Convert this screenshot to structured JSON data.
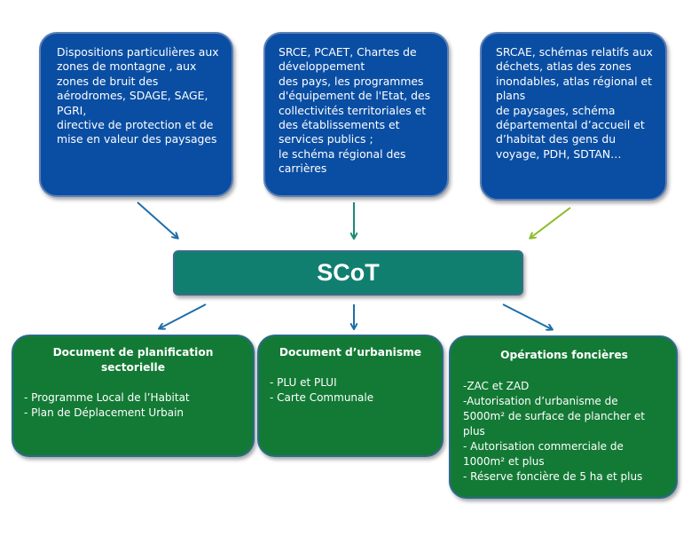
{
  "top_boxes": [
    {
      "lines": [
        "Dispositions particulières aux",
        "zones de montagne , aux",
        "zones de bruit des",
        "aérodromes, SDAGE, SAGE,",
        "PGRI,",
        "directive de protection et de",
        "mise en valeur des paysages"
      ]
    },
    {
      "lines": [
        "SRCE, PCAET, Chartes de",
        "développement",
        "des pays, les programmes",
        "d'équipement de l'Etat, des",
        "collectivités territoriales et",
        "des établissements et",
        "services publics ;",
        "le schéma régional des",
        "carrières"
      ]
    },
    {
      "lines": [
        "SRCAE, schémas relatifs aux",
        "déchets, atlas des zones",
        "inondables, atlas régional et",
        "plans",
        "de paysages, schéma",
        "départemental d’accueil et",
        "d’habitat des gens du",
        "voyage, PDH, SDTAN…"
      ]
    }
  ],
  "center": {
    "label": "SCoT"
  },
  "bottom_boxes": [
    {
      "title": "Document de planification sectorielle",
      "lines": [
        "- Programme Local de l’Habitat",
        "- Plan de Déplacement Urbain"
      ]
    },
    {
      "title": "Document d’urbanisme",
      "lines": [
        "- PLU et PLUI",
        "- Carte Communale"
      ]
    },
    {
      "title": "Opérations foncières",
      "lines": [
        "-ZAC et ZAD",
        "-Autorisation d’urbanisme de",
        "5000m² de surface de plancher et",
        "plus",
        "- Autorisation commerciale de",
        "1000m² et plus",
        "- Réserve foncière de 5 ha et plus"
      ]
    }
  ],
  "colors": {
    "top_box": "#0a4ea3",
    "center_box": "#117f70",
    "bottom_box": "#137a35",
    "arrow_blue": "#1d6fa8",
    "arrow_teal": "#1a8a7a",
    "arrow_green": "#8dbb2a"
  }
}
